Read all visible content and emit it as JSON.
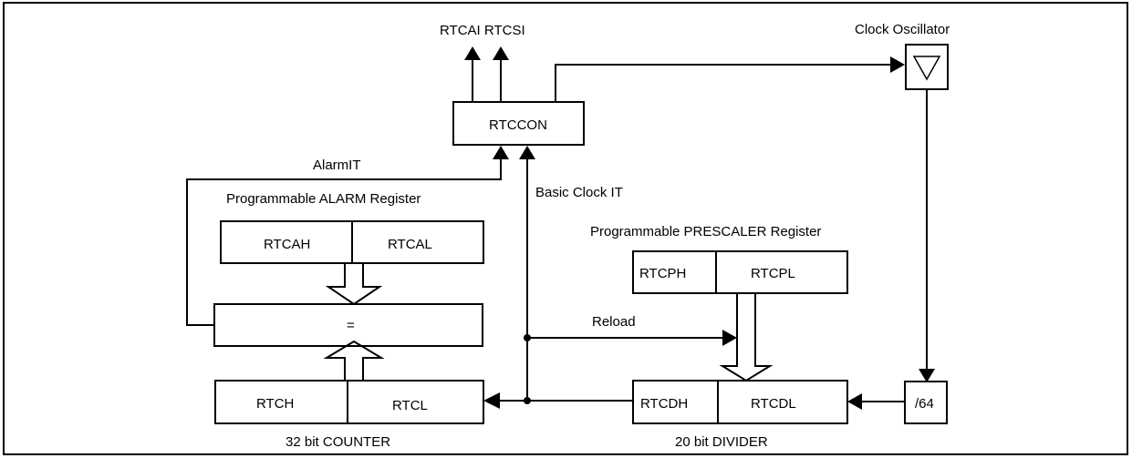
{
  "outputs_label": "RTCAI RTCSI",
  "oscillator_label": "Clock Oscillator",
  "control_register": "RTCCON",
  "alarm_it_label": "AlarmIT",
  "basic_clock_label": "Basic Clock IT",
  "alarm_register": {
    "title": "Programmable ALARM Register",
    "high": "RTCAH",
    "low": "RTCAL"
  },
  "comparator_label": "=",
  "prescaler_register": {
    "title": "Programmable PRESCALER Register",
    "high": "RTCPH",
    "low": "RTCPL"
  },
  "reload_label": "Reload",
  "counter": {
    "high": "RTCH",
    "low": "RTCL",
    "caption": "32 bit COUNTER"
  },
  "divider": {
    "high": "RTCDH",
    "low": "RTCDL",
    "caption": "20 bit DIVIDER"
  },
  "divide_by_label": "/64"
}
